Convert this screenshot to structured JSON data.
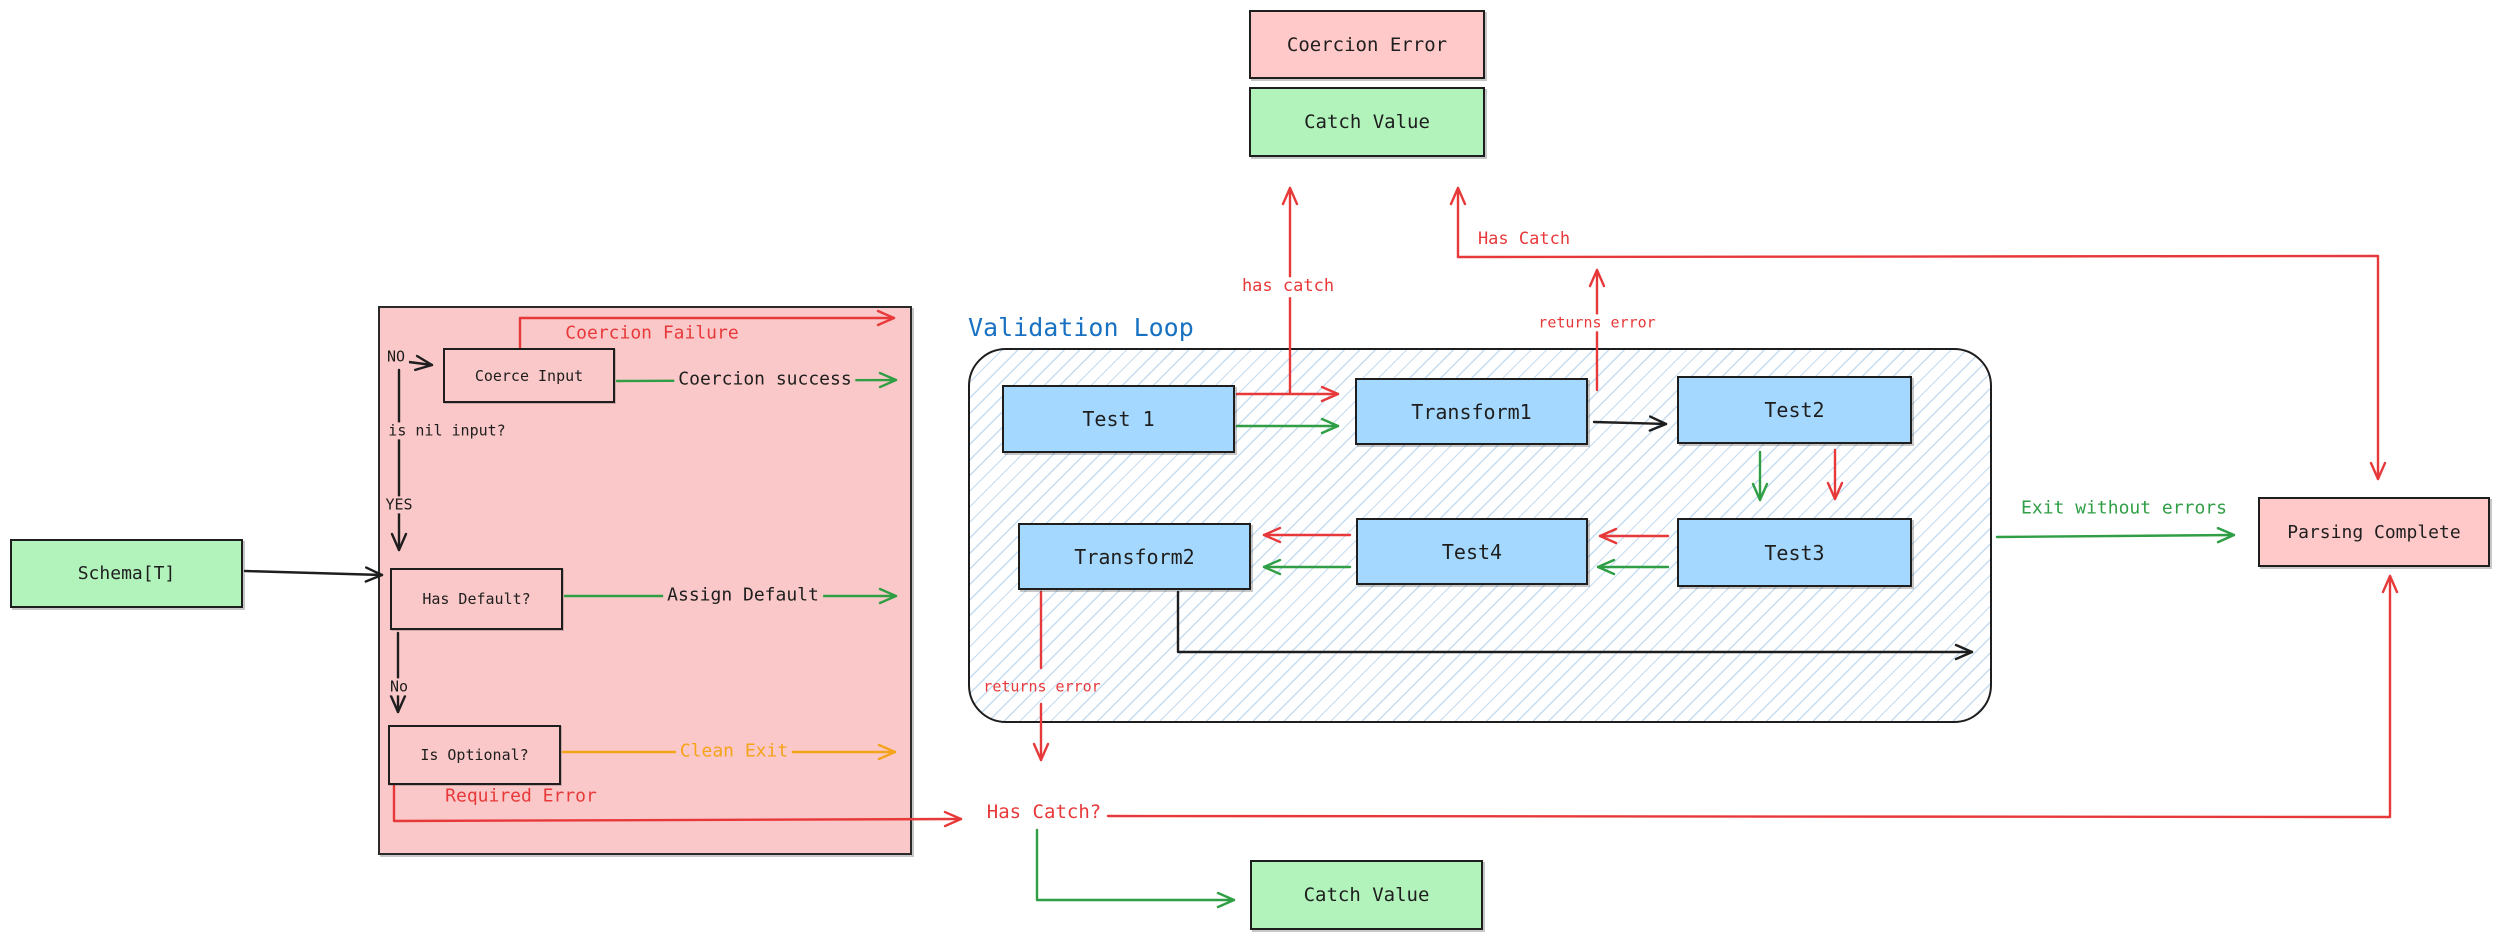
{
  "palette": {
    "ink": "#1e1e1e",
    "red": "#e8393a",
    "green": "#2f9e44",
    "orange": "#f5a31a",
    "blue": "#1971c2",
    "pink_box": "#ffc9c9",
    "pink_region": "#fac8c8",
    "green_box": "#b2f2bb",
    "blue_box": "#a5d8ff"
  },
  "nodes": {
    "coercion_error": {
      "label": "Coercion Error"
    },
    "catch_value_top": {
      "label": "Catch Value"
    },
    "schema": {
      "label": "Schema[T]"
    },
    "coerce_input": {
      "label": "Coerce Input"
    },
    "has_default": {
      "label": "Has Default?"
    },
    "is_optional": {
      "label": "Is Optional?"
    },
    "test1": {
      "label": "Test 1"
    },
    "transform1": {
      "label": "Transform1"
    },
    "test2": {
      "label": "Test2"
    },
    "test3": {
      "label": "Test3"
    },
    "test4": {
      "label": "Test4"
    },
    "transform2": {
      "label": "Transform2"
    },
    "parsing_complete": {
      "label": "Parsing Complete"
    },
    "catch_value_bottom": {
      "label": "Catch Value"
    }
  },
  "labels": {
    "validation_loop": "Validation Loop",
    "coercion_failure": "Coercion Failure",
    "coercion_success": "Coercion success",
    "assign_default": "Assign Default",
    "clean_exit": "Clean Exit",
    "required_error": "Required Error",
    "no_top": "NO",
    "is_nil_input": "is nil input?",
    "yes": "YES",
    "no_mid": "No",
    "has_catch_lower": "has catch",
    "has_catch_upper": "Has Catch",
    "returns_error_top": "returns error",
    "returns_error_bottom": "returns error",
    "has_catch_question": "Has Catch?",
    "exit_without_errors": "Exit without errors"
  }
}
